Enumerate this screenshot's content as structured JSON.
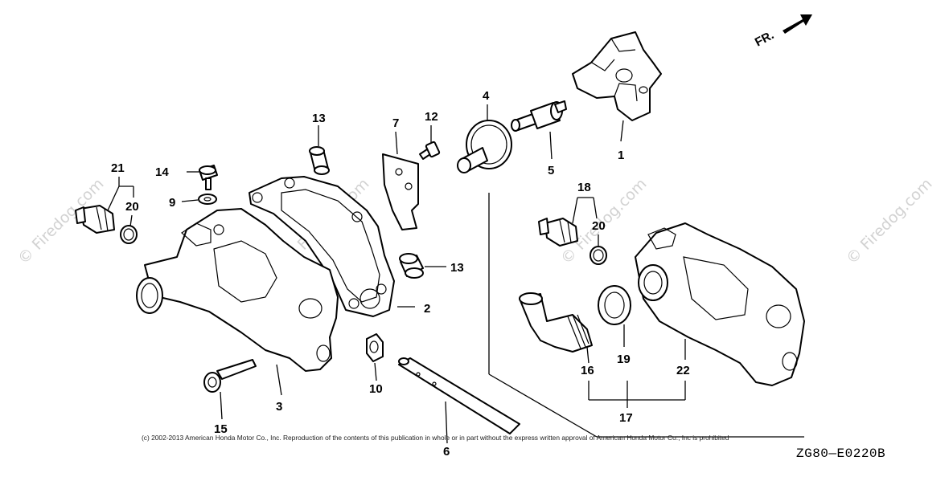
{
  "watermarks": [
    "© Firedog.com",
    "© Firedog.com",
    "© Firedog.com",
    "© Firedog.com"
  ],
  "direction_label": "FR.",
  "callouts": {
    "c1": "1",
    "c2": "2",
    "c3": "3",
    "c4": "4",
    "c5": "5",
    "c6": "6",
    "c7": "7",
    "c9": "9",
    "c10": "10",
    "c12": "12",
    "c13a": "13",
    "c13b": "13",
    "c14": "14",
    "c15": "15",
    "c16": "16",
    "c17": "17",
    "c18": "18",
    "c19": "19",
    "c20a": "20",
    "c20b": "20",
    "c21": "21",
    "c22": "22"
  },
  "copyright": "(c) 2002-2013 American Honda Motor Co., Inc. Reproduction of the contents of this publication in whole or in part without the express written approval of American Honda Motor Co., Inc is prohibited",
  "drawing_code": "ZG80—E0220B"
}
